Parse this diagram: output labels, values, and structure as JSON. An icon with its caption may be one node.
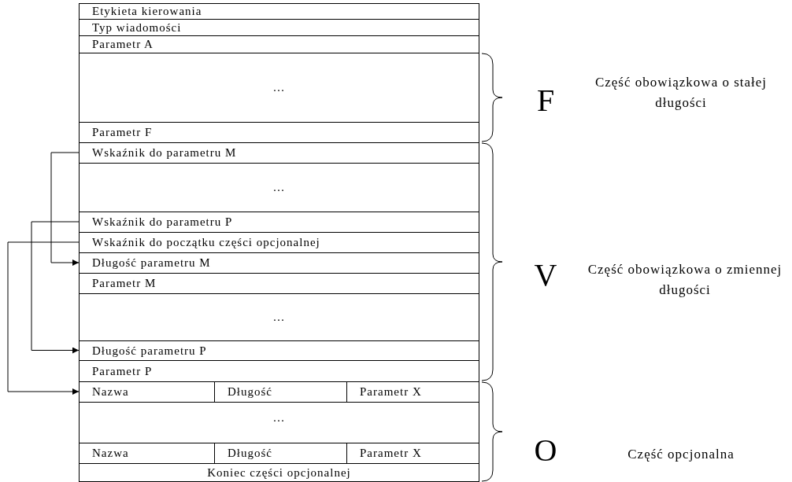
{
  "diagram": {
    "nodes": [
      {
        "text": [
          "Etykieta kierowania"
        ]
      },
      {
        "text": [
          "Typ wiadomości"
        ]
      },
      {
        "text": [
          "Parametr A"
        ]
      },
      {
        "text": [
          "…"
        ]
      },
      {
        "text": [
          "Parametr F"
        ]
      },
      {
        "text": [
          "Wskaźnik do parametru M"
        ]
      },
      {
        "text": [
          "…"
        ]
      },
      {
        "text": [
          "Wskaźnik do parametru P"
        ]
      },
      {
        "text": [
          "Wskaźnik do początku części opcjonalnej"
        ]
      },
      {
        "text": [
          "Długość parametru M"
        ]
      },
      {
        "text": [
          "Parametr M"
        ]
      },
      {
        "text": [
          "…"
        ]
      },
      {
        "text": [
          "Długość parametru P"
        ]
      },
      {
        "text": [
          "Parametr P"
        ]
      },
      {
        "text": [
          "Nazwa"
        ]
      },
      {
        "text": [
          "Długość"
        ]
      },
      {
        "text": [
          "Parametr X"
        ]
      },
      {
        "text": [
          "…"
        ]
      },
      {
        "text": [
          "Nazwa"
        ]
      },
      {
        "text": [
          "Długość"
        ]
      },
      {
        "text": [
          "Parametr X"
        ]
      },
      {
        "text": [
          "Koniec części opcjonalnej"
        ]
      }
    ],
    "edges": [
      {
        "from": 5,
        "to": 9,
        "arrow": "to"
      },
      {
        "from": 7,
        "to": 12,
        "arrow": "to"
      },
      {
        "from": 8,
        "to": 14,
        "arrow": "to"
      }
    ],
    "labels": [
      "F",
      "Część obowiązkowa o stałej długości",
      "V",
      "Część obowiązkowa o zmiennej długości",
      "O",
      "Część opcjonalna"
    ]
  }
}
